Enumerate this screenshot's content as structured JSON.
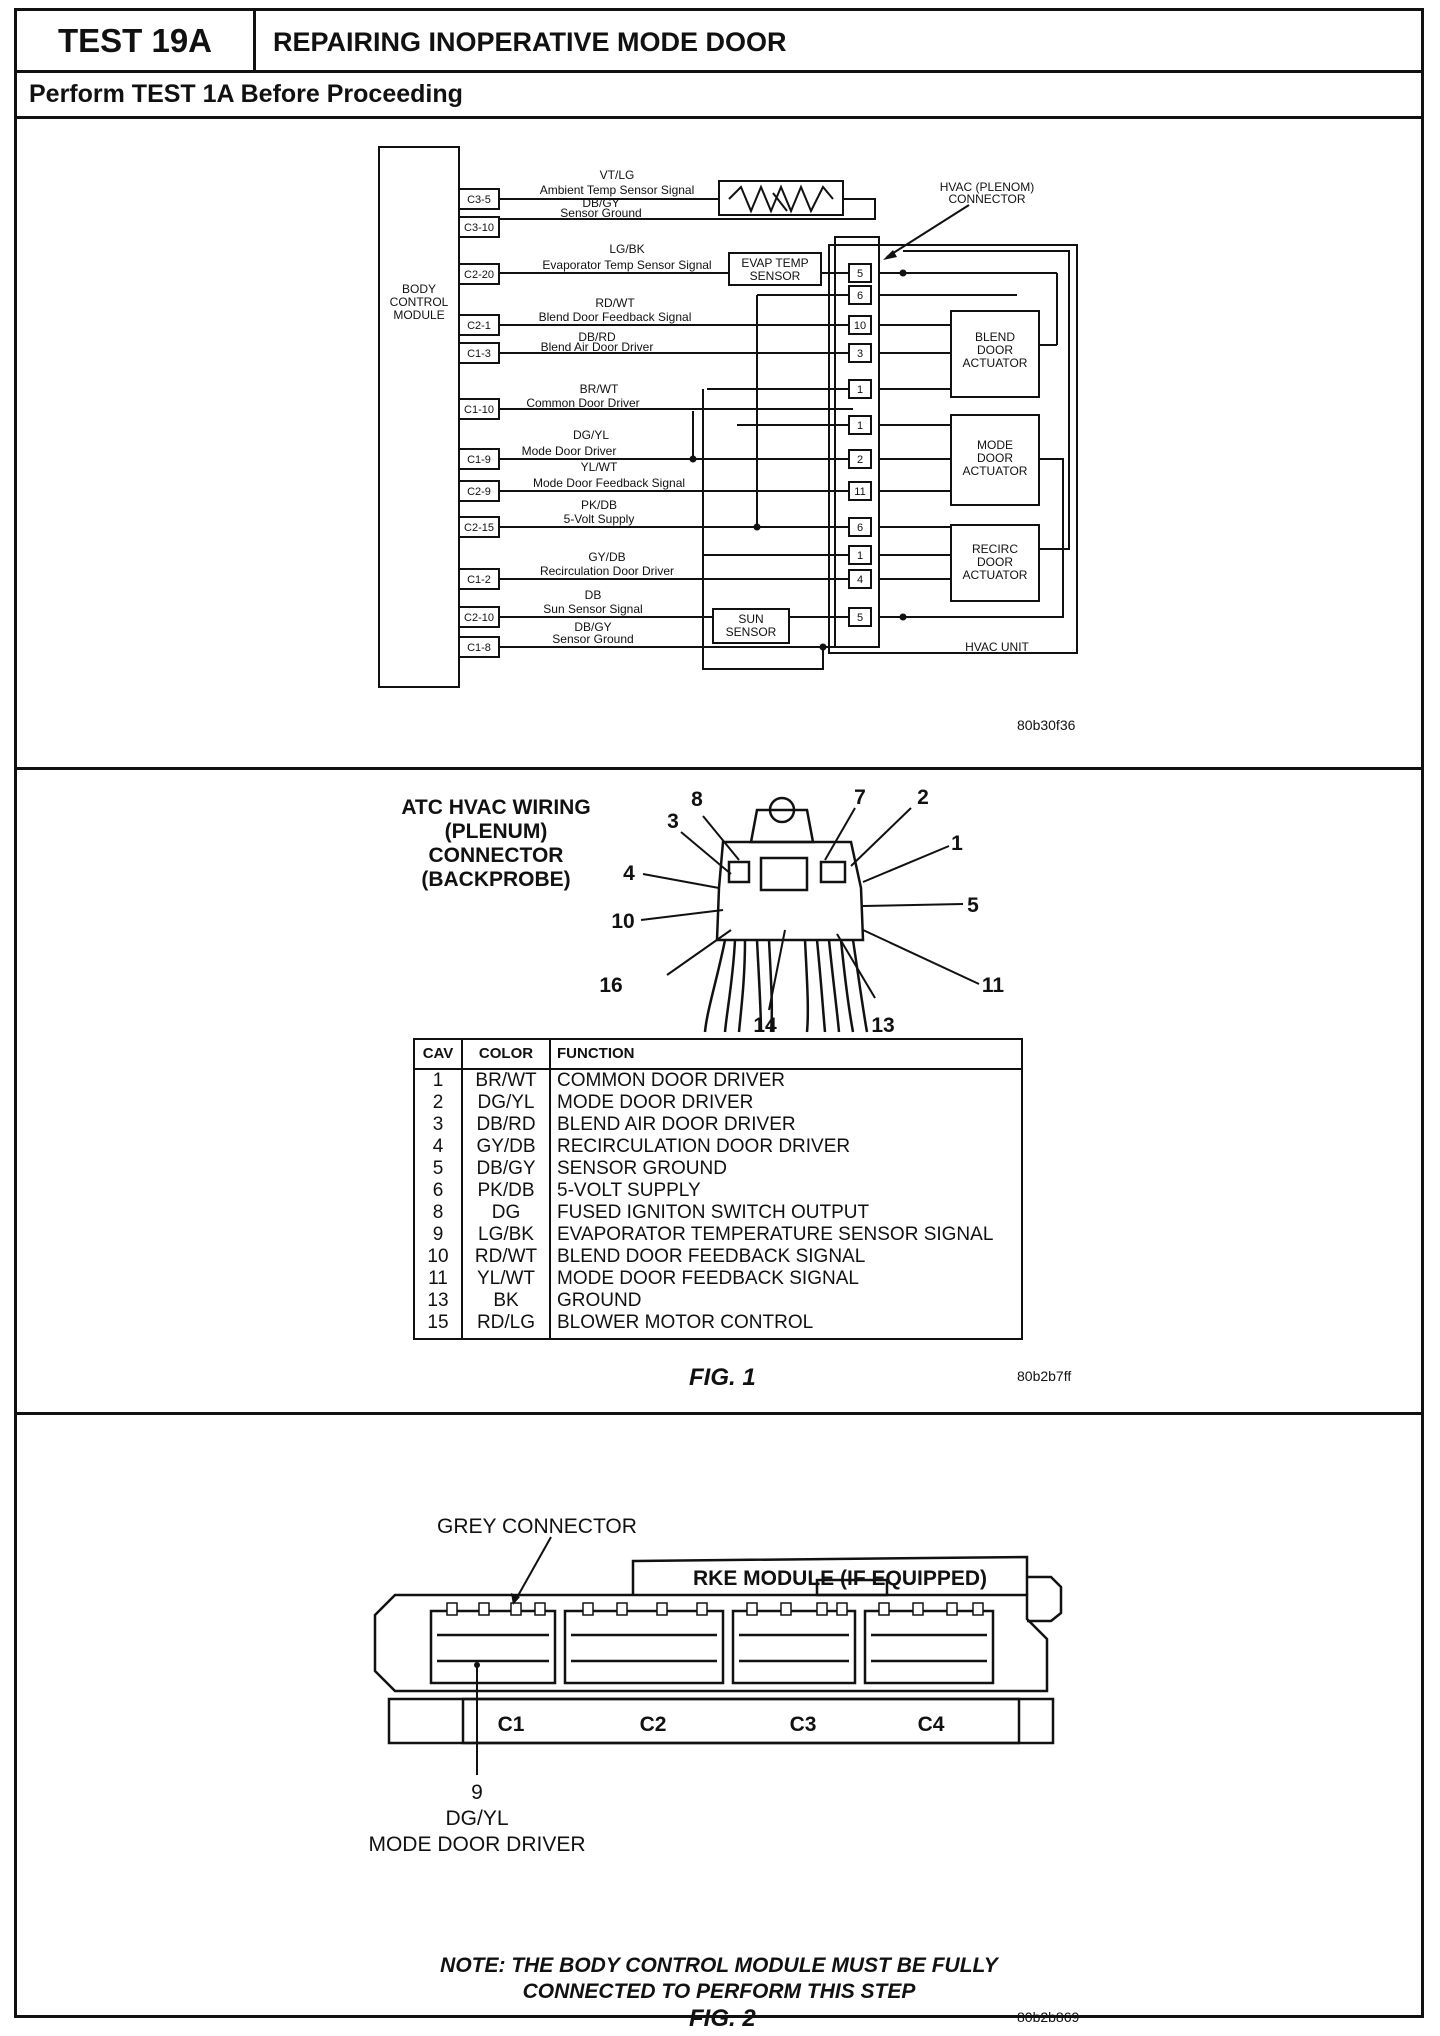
{
  "header": {
    "test_id": "TEST 19A",
    "title": "REPAIRING INOPERATIVE MODE DOOR",
    "subtitle": "Perform TEST 1A Before Proceeding"
  },
  "wiring": {
    "bcm_label": [
      "BODY",
      "CONTROL",
      "MODULE"
    ],
    "plenum_label": [
      "HVAC (PLENOM)",
      "CONNECTOR"
    ],
    "hvac_unit": "HVAC UNIT",
    "ambient_sensor_label": "",
    "evap_sensor": [
      "EVAP TEMP",
      "SENSOR"
    ],
    "sun_sensor": [
      "SUN",
      "SENSOR"
    ],
    "blend_actuator": [
      "BLEND",
      "DOOR",
      "ACTUATOR"
    ],
    "mode_actuator": [
      "MODE",
      "DOOR",
      "ACTUATOR"
    ],
    "recirc_actuator": [
      "RECIRC",
      "DOOR",
      "ACTUATOR"
    ],
    "circuits": [
      {
        "pin": "C3-5",
        "color": "VT/LG",
        "desc": "Ambient Temp Sensor Signal",
        "cav": ""
      },
      {
        "pin": "C3-10",
        "color": "DB/GY",
        "desc": "Sensor Ground",
        "cav": ""
      },
      {
        "pin": "C2-20",
        "color": "LG/BK",
        "desc": "Evaporator Temp Sensor Signal",
        "cav": "5"
      },
      {
        "pin": "",
        "color": "",
        "desc": "",
        "cav": "6"
      },
      {
        "pin": "C2-1",
        "color": "RD/WT",
        "desc": "Blend Door Feedback Signal",
        "cav": "10"
      },
      {
        "pin": "C1-3",
        "color": "DB/RD",
        "desc": "Blend Air Door Driver",
        "cav": "3"
      },
      {
        "pin": "",
        "color": "",
        "desc": "",
        "cav": "1"
      },
      {
        "pin": "C1-10",
        "color": "BR/WT",
        "desc": "Common Door Driver",
        "cav": "1"
      },
      {
        "pin": "C1-9",
        "color": "DG/YL",
        "desc": "Mode Door Driver",
        "cav": "2"
      },
      {
        "pin": "C2-9",
        "color": "YL/WT",
        "desc": "Mode Door Feedback Signal",
        "cav": "11"
      },
      {
        "pin": "C2-15",
        "color": "PK/DB",
        "desc": "5-Volt Supply",
        "cav": "6"
      },
      {
        "pin": "",
        "color": "",
        "desc": "",
        "cav": "1"
      },
      {
        "pin": "C1-2",
        "color": "GY/DB",
        "desc": "Recirculation Door Driver",
        "cav": "4"
      },
      {
        "pin": "C2-10",
        "color": "DB",
        "desc": "Sun Sensor Signal",
        "cav": "5"
      },
      {
        "pin": "C1-8",
        "color": "DB/GY",
        "desc": "Sensor Ground",
        "cav": ""
      }
    ],
    "code": "80b30f36"
  },
  "fig1": {
    "title": [
      "ATC HVAC WIRING",
      "(PLENUM)",
      "CONNECTOR",
      "(BACKPROBE)"
    ],
    "callouts": [
      "8",
      "7",
      "2",
      "3",
      "1",
      "4",
      "5",
      "10",
      "16",
      "11",
      "14",
      "13"
    ],
    "table": {
      "headers": [
        "CAV",
        "COLOR",
        "FUNCTION"
      ],
      "rows": [
        [
          "1",
          "BR/WT",
          "COMMON DOOR DRIVER"
        ],
        [
          "2",
          "DG/YL",
          "MODE DOOR DRIVER"
        ],
        [
          "3",
          "DB/RD",
          "BLEND AIR DOOR DRIVER"
        ],
        [
          "4",
          "GY/DB",
          "RECIRCULATION DOOR DRIVER"
        ],
        [
          "5",
          "DB/GY",
          "SENSOR GROUND"
        ],
        [
          "6",
          "PK/DB",
          "5-VOLT SUPPLY"
        ],
        [
          "8",
          "DG",
          "FUSED IGNITON SWITCH OUTPUT"
        ],
        [
          "9",
          "LG/BK",
          "EVAPORATOR TEMPERATURE SENSOR SIGNAL"
        ],
        [
          "10",
          "RD/WT",
          "BLEND DOOR FEEDBACK SIGNAL"
        ],
        [
          "11",
          "YL/WT",
          "MODE DOOR FEEDBACK SIGNAL"
        ],
        [
          "13",
          "BK",
          "GROUND"
        ],
        [
          "15",
          "RD/LG",
          "BLOWER MOTOR CONTROL"
        ]
      ]
    },
    "caption": "FIG. 1",
    "code": "80b2b7ff"
  },
  "fig2": {
    "grey_connector": "GREY CONNECTOR",
    "rke_module": "RKE MODULE (IF EQUIPPED)",
    "connectors": [
      "C1",
      "C2",
      "C3",
      "C4"
    ],
    "pin_callout": [
      "9",
      "DG/YL",
      "MODE DOOR DRIVER"
    ],
    "note": [
      "NOTE: THE BODY CONTROL MODULE MUST BE FULLY",
      "CONNECTED TO PERFORM THIS STEP"
    ],
    "caption": "FIG. 2",
    "code": "80b2b869"
  }
}
